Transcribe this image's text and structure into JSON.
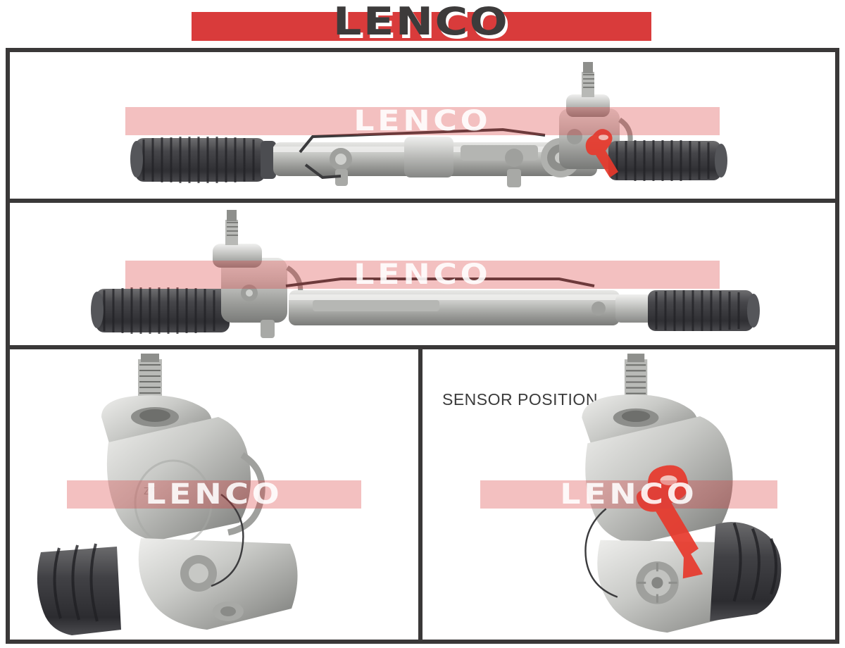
{
  "brand": {
    "name": "LENCO",
    "banner_color": "#d93b3b",
    "text_color": "#3d3b3b",
    "shadow_color": "#ffffff"
  },
  "watermark": {
    "text": "LENCO",
    "band_color": "#d93b3b"
  },
  "frame": {
    "border_color": "#3a3838",
    "background": "#ffffff"
  },
  "panels": [
    {
      "id": "panel-full-view-right",
      "caption": "",
      "subject": "power-steering-rack-full-assembly",
      "orientation": "pinion-housing-right",
      "highlight": "red-sensor-marker"
    },
    {
      "id": "panel-full-view-left",
      "caption": "",
      "subject": "power-steering-rack-full-assembly",
      "orientation": "pinion-housing-left",
      "highlight": "none"
    },
    {
      "id": "panel-closeup-pinion",
      "caption": "",
      "subject": "pinion-valve-housing-closeup",
      "orientation": "front",
      "highlight": "none"
    },
    {
      "id": "panel-closeup-sensor",
      "caption": "SENSOR POSITION",
      "subject": "pinion-valve-housing-closeup",
      "orientation": "front",
      "highlight": "red-sensor-arrow"
    }
  ],
  "colors": {
    "metal_light": "#d8d8d6",
    "metal_mid": "#a9aaa7",
    "metal_dark": "#7d7e7c",
    "boot_dark": "#3c3c3e",
    "boot_mid": "#5a5a5c",
    "marker_red": "#e8392c"
  }
}
